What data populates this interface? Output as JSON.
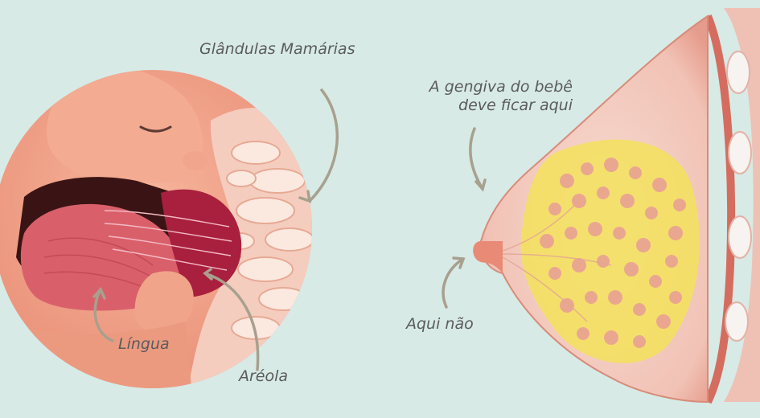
{
  "labels": {
    "glandulas": "Glândulas Mamárias",
    "gengiva_line1": "A gengiva do bebê",
    "gengiva_line2": "deve ficar aqui",
    "aqui_nao": "Aqui não",
    "lingua": "Língua",
    "areola": "Aréola"
  },
  "colors": {
    "background": "#d7eae6",
    "skin": "#f0a48a",
    "skin_dark": "#e07c66",
    "tongue": "#d9606a",
    "areola": "#a8203e",
    "gland_tissue": "#f6d7cc",
    "fat_yellow": "#f3e25c",
    "arrow": "#a8a08e",
    "text": "#5b5b5b"
  }
}
